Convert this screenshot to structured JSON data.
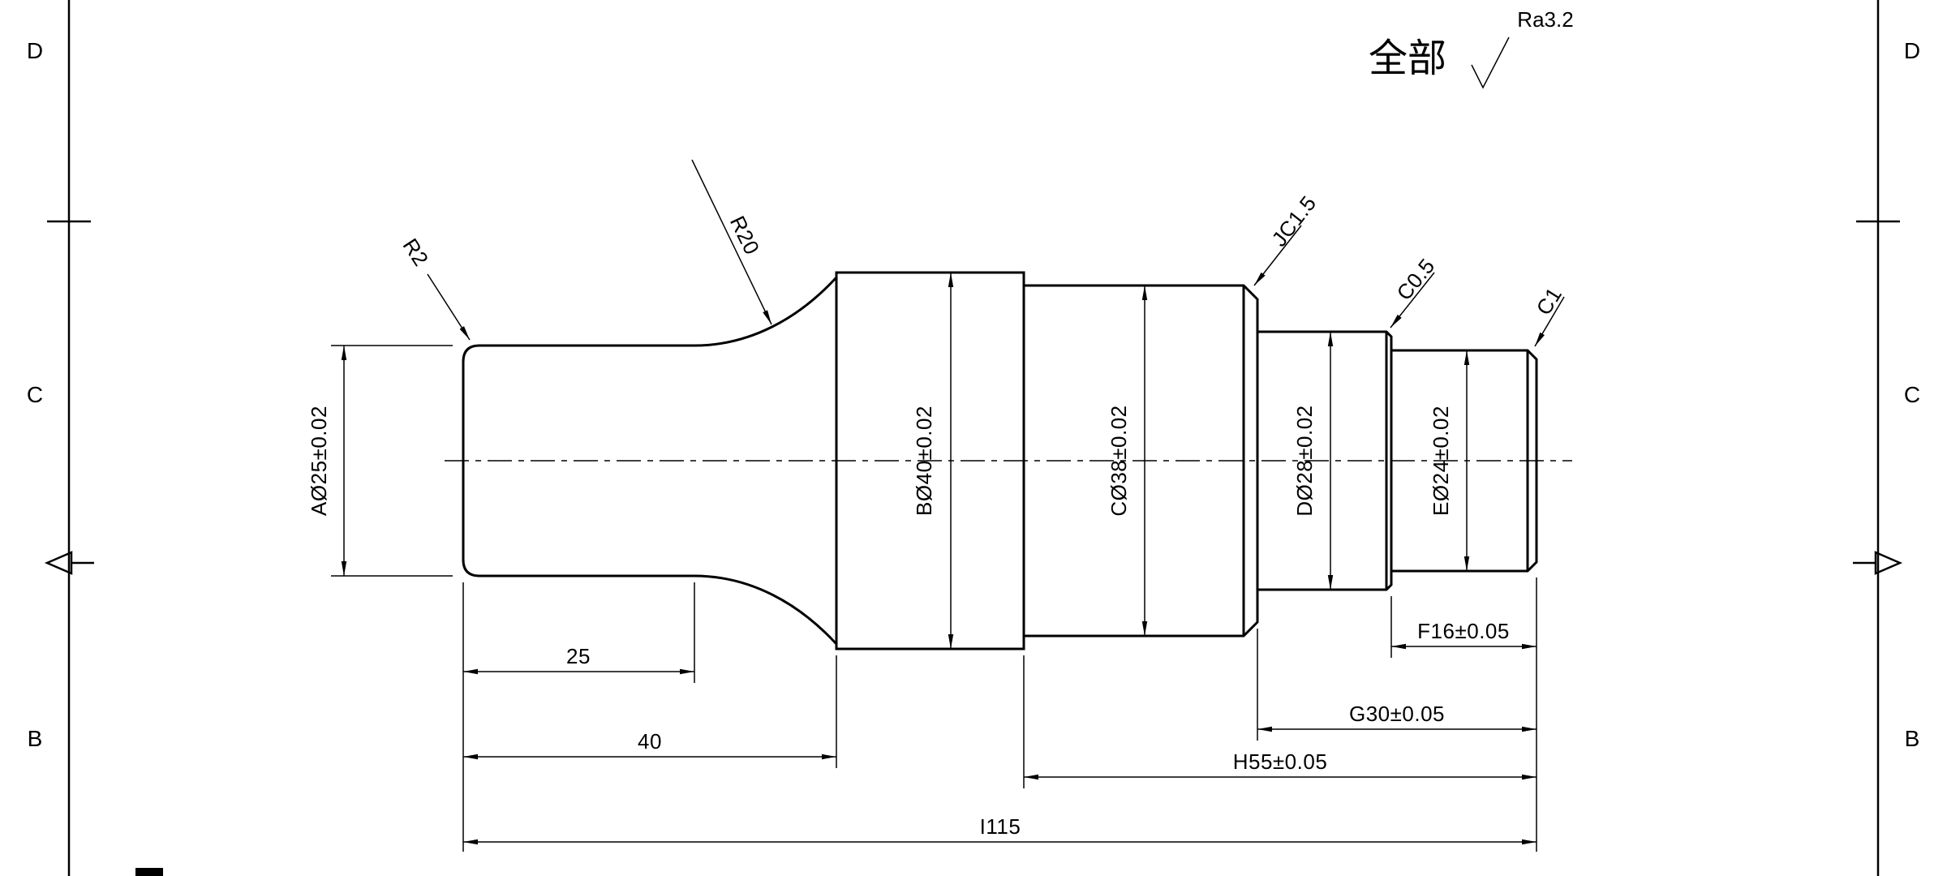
{
  "frame": {
    "zones_left": [
      "D",
      "C",
      "B"
    ],
    "zones_right": [
      "D",
      "C",
      "B"
    ]
  },
  "finish_note": {
    "scope": "全部",
    "roughness": "Ra3.2"
  },
  "dimensions": {
    "dia_a": "AØ25±0.02",
    "dia_b": "BØ40±0.02",
    "dia_c": "CØ38±0.02",
    "dia_d": "DØ28±0.02",
    "dia_e": "EØ24±0.02",
    "len_25": "25",
    "len_40": "40",
    "len_f": "F16±0.05",
    "len_g": "G30±0.05",
    "len_h": "H55±0.05",
    "len_i": "I115"
  },
  "callouts": {
    "fillet_r2": "R2",
    "fillet_r20": "R20",
    "chamfer_j": "JC1.5",
    "chamfer_c05": "C0.5",
    "chamfer_c1": "C1"
  },
  "colors": {
    "ink": "#000000",
    "paper": "#ffffff"
  }
}
